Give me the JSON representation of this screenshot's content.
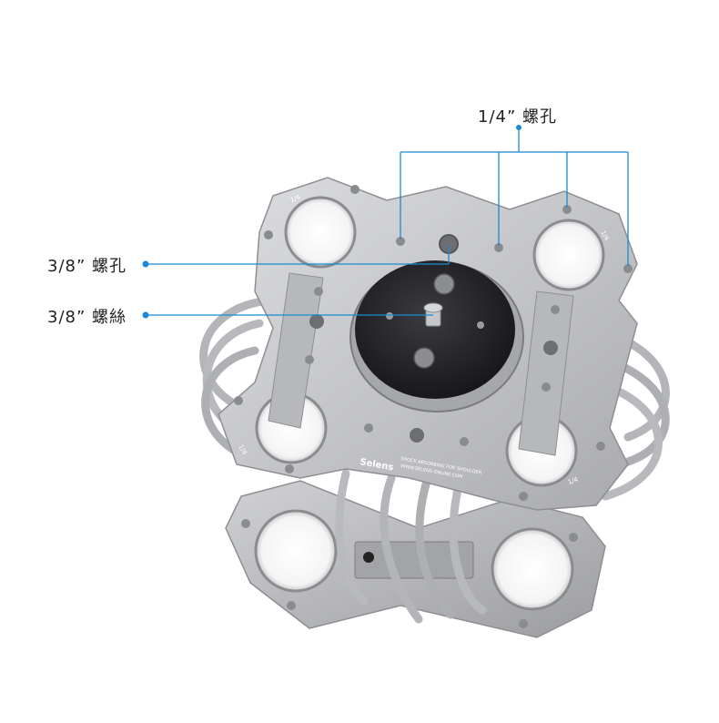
{
  "callouts": {
    "quarter_hole": "1/4” 螺孔",
    "three_eighths_hole": "3/8” 螺孔",
    "three_eighths_screw": "3/8” 螺絲"
  },
  "product": {
    "brand": "Selens",
    "line1": "SHOCK ABSORBING FOR SHOULDER",
    "website": "WWW.SELENS-ONLINE.COM",
    "scale_marks": [
      "1/4",
      "1/4",
      "1/4",
      "1/4"
    ]
  },
  "colors": {
    "callout_line": "#1a8ad4",
    "callout_dot": "#1a8ad4",
    "plate": "#c9cacc",
    "plate_dark": "#9a9b9e",
    "disc": "#2a2b2e",
    "cable": "#b8b9bb"
  }
}
